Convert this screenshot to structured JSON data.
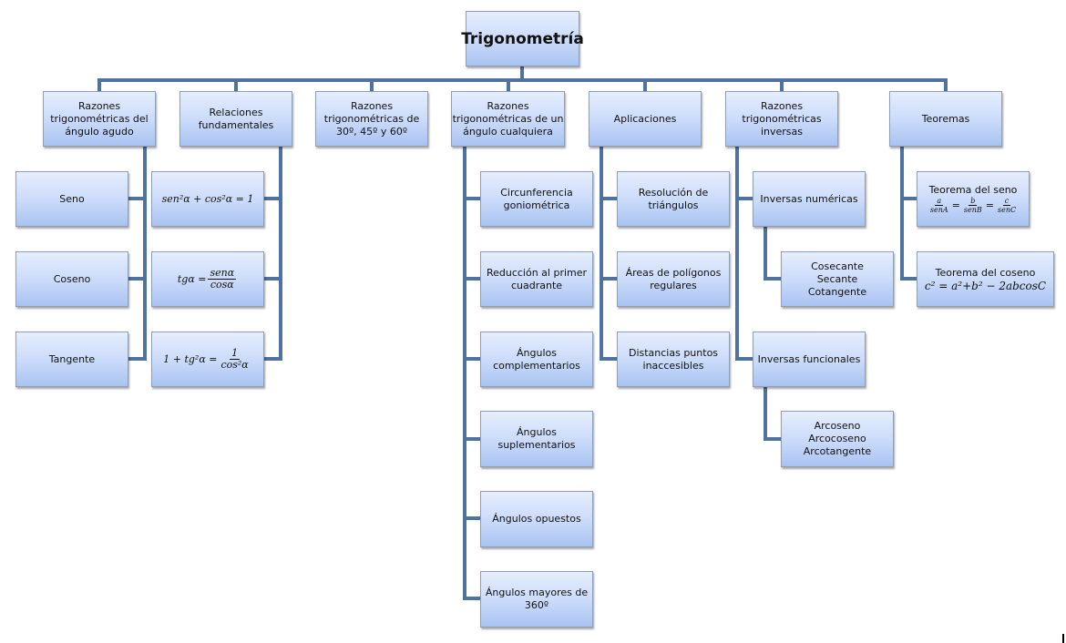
{
  "title": "Trigonometría",
  "branches": [
    {
      "label": [
        "Razones",
        "trigonométricas del",
        "ángulo agudo"
      ],
      "children": [
        [
          "Seno"
        ],
        [
          "Coseno"
        ],
        [
          "Tangente"
        ]
      ]
    },
    {
      "label": [
        "Relaciones",
        "fundamentales"
      ],
      "formulas": [
        {
          "text": "sen²α + cos²α = 1"
        },
        {
          "lhs": "tgα =",
          "num": "senα",
          "den": "cosα"
        },
        {
          "lhs": "1 + tg²α =",
          "num": "1",
          "den": "cos²α"
        }
      ]
    },
    {
      "label": [
        "Razones",
        "trigonométricas de",
        "30º, 45º y 60º"
      ],
      "children": []
    },
    {
      "label": [
        "Razones",
        "trigonométricas de un",
        "ángulo cualquiera"
      ],
      "children": [
        [
          "Circunferencia",
          "goniométrica"
        ],
        [
          "Reducción al primer",
          "cuadrante"
        ],
        [
          "Ángulos",
          "complementarios"
        ],
        [
          "Ángulos",
          "suplementarios"
        ],
        [
          "Ángulos opuestos"
        ],
        [
          "Ángulos mayores de",
          "360º"
        ]
      ]
    },
    {
      "label": [
        "Aplicaciones"
      ],
      "children": [
        [
          "Resolución de",
          "triángulos"
        ],
        [
          "Áreas de polígonos",
          "regulares"
        ],
        [
          "Distancias puntos",
          "inaccesibles"
        ]
      ]
    },
    {
      "label": [
        "Razones",
        "trigonométricas",
        "inversas"
      ],
      "children": [
        {
          "label": [
            "Inversas numéricas"
          ],
          "sub": [
            "Cosecante",
            "Secante",
            "Cotangente"
          ]
        },
        {
          "label": [
            "Inversas funcionales"
          ],
          "sub": [
            "Arcoseno",
            "Arcocoseno",
            "Arcotangente"
          ]
        }
      ]
    },
    {
      "label": [
        "Teoremas"
      ],
      "children": [
        {
          "title": "Teorema del seno",
          "fracs": [
            [
              "a",
              "senA"
            ],
            [
              "b",
              "senB"
            ],
            [
              "c",
              "senC"
            ]
          ]
        },
        {
          "title": "Teorema del coseno",
          "formula": "c² = a²+b² − 2abcosC"
        }
      ]
    }
  ],
  "colors": {
    "connector": "#4f72a0",
    "box_top": "#e6eefd",
    "box_bottom": "#a9c3f1",
    "box_border": "#8f9fb8"
  }
}
